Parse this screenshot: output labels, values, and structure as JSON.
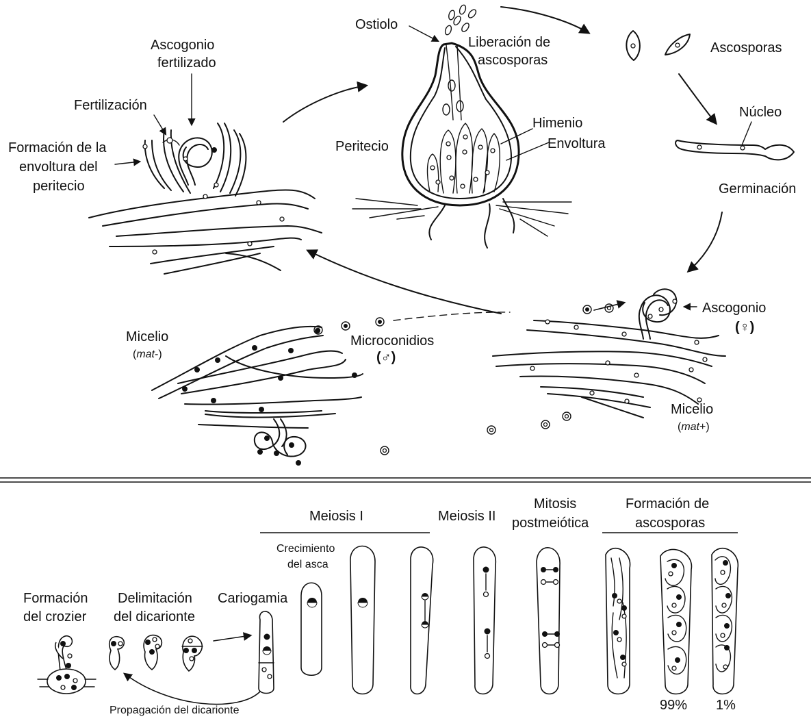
{
  "cycle": {
    "ostiolo": "Ostiolo",
    "liberacion_l1": "Liberación de",
    "liberacion_l2": "ascosporas",
    "ascosporas": "Ascosporas",
    "nucleo": "Núcleo",
    "germinacion": "Germinación",
    "ascogonio_fert_l1": "Ascogonio",
    "ascogonio_fert_l2": "fertilizado",
    "fertilizacion": "Fertilización",
    "formacion_l1": "Formación de la",
    "formacion_l2": "envoltura del",
    "formacion_l3": "peritecio",
    "peritecio": "Peritecio",
    "himenio": "Himenio",
    "envoltura": "Envoltura",
    "micelio_left": "Micelio",
    "mat_minus_open": "(",
    "mat_minus_mat": "mat",
    "mat_minus_close": "-)",
    "microconidios": "Microconidios",
    "male_symbol": "(♂)",
    "ascogonio": "Ascogonio",
    "female_symbol": "(♀)",
    "micelio_right": "Micelio",
    "mat_plus_open": "(",
    "mat_plus_mat": "mat",
    "mat_plus_close": "+)"
  },
  "asci": {
    "meiosis1": "Meiosis I",
    "meiosis2": "Meiosis II",
    "mitosis_l1": "Mitosis",
    "mitosis_l2": "postmeiótica",
    "formacion_asc_l1": "Formación de",
    "formacion_asc_l2": "ascosporas",
    "crecimiento_l1": "Crecimiento",
    "crecimiento_l2": "del asca",
    "crozier_l1": "Formación",
    "crozier_l2": "del crozier",
    "delim_l1": "Delimitación",
    "delim_l2": "del dicarionte",
    "cariogamia": "Cariogamia",
    "propagacion": "Propagación del dicarionte",
    "pct_99": "99%",
    "pct_1": "1%"
  }
}
